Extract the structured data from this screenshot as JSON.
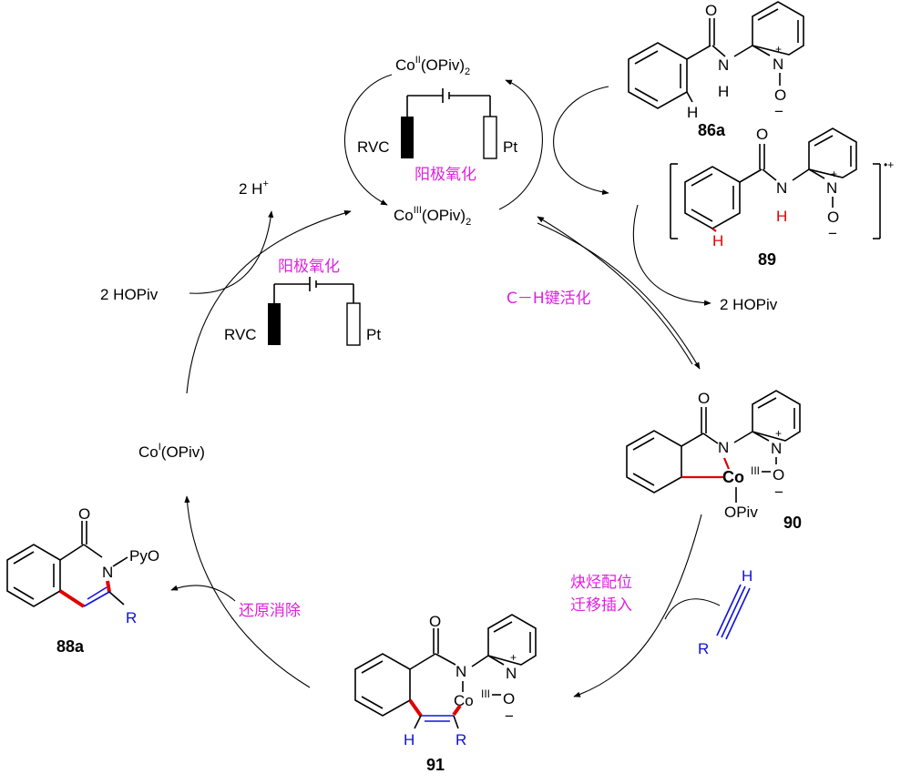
{
  "labels": {
    "co2": "Co",
    "co2_ox": "II",
    "co2_lig": "(OPiv)",
    "co2_sub": "2",
    "co3": "Co",
    "co3_ox": "III",
    "co3_lig": "(OPiv)",
    "co3_sub": "2",
    "co1": "Co",
    "co1_ox": "I",
    "co1_lig": "(OPiv)",
    "h_plus": "2 H",
    "h_plus_sup": "+",
    "hopiv_left": "2 HOPiv",
    "hopiv_right": "2 HOPiv",
    "rvc": "RVC",
    "pt": "Pt",
    "anode_ox": "阳极氧化",
    "ch_activation": "C－H键活化",
    "alkyne_insert_1": "炔烃配位",
    "alkyne_insert_2": "迁移插入",
    "reductive_elim": "还原消除",
    "radical_cation": "•+",
    "pyo": "PyO",
    "r_group": "R",
    "h_atom": "H",
    "n_atom": "N",
    "o_atom": "O",
    "o_minus": "O",
    "plus": "+",
    "minus": "−",
    "co_center": "Co",
    "co_ox3": "III",
    "opiv": "OPiv"
  },
  "compounds": {
    "c86a": "86a",
    "c89": "89",
    "c90": "90",
    "c91": "91",
    "c88a": "88a"
  },
  "colors": {
    "magenta": "#e020e0",
    "red": "#e00000",
    "blue": "#1010e0"
  }
}
